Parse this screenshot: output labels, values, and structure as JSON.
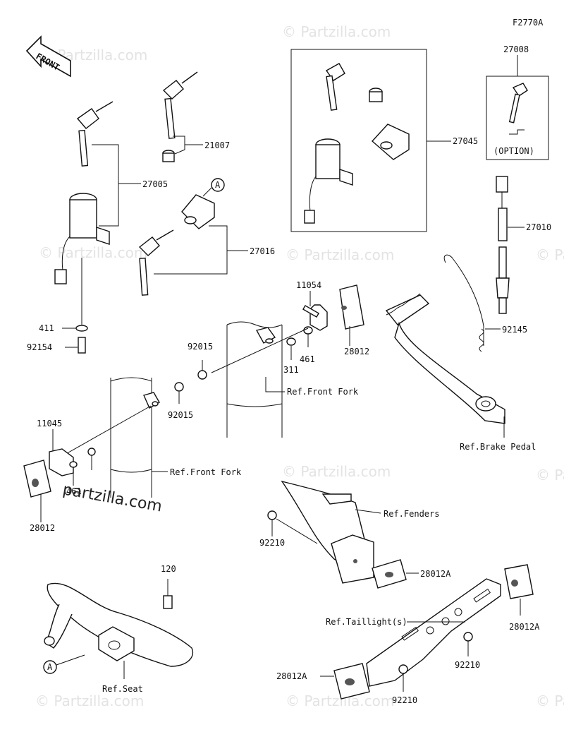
{
  "figure_code": "F2770A",
  "front_label": "FRONT",
  "option_note": "(OPTION)",
  "watermark_text": "© Partzilla.com",
  "watermark_dark": "partzilla.com",
  "callouts": {
    "c27008": "27008",
    "c27045": "27045",
    "c21007": "21007",
    "c27005": "27005",
    "c27016": "27016",
    "c27010": "27010",
    "c11054": "11054",
    "c28012a": "28012",
    "c311": "311",
    "c461a": "461",
    "c92145": "92145",
    "c92015a": "92015",
    "c92015b": "92015",
    "c411": "411",
    "c92154": "92154",
    "c11045": "11045",
    "c461b": "461",
    "c28012b": "28012",
    "c92210a": "92210",
    "c28012A1": "28012A",
    "c120": "120",
    "c28012A2": "28012A",
    "c92210b": "92210",
    "c28012A3": "28012A",
    "c92210c": "92210",
    "markA1": "A",
    "markA2": "A"
  },
  "references": {
    "front_fork_upper": "Ref.Front Fork",
    "front_fork_lower": "Ref.Front Fork",
    "brake_pedal": "Ref.Brake Pedal",
    "fenders": "Ref.Fenders",
    "taillight": "Ref.Taillight(s)",
    "seat": "Ref.Seat"
  }
}
